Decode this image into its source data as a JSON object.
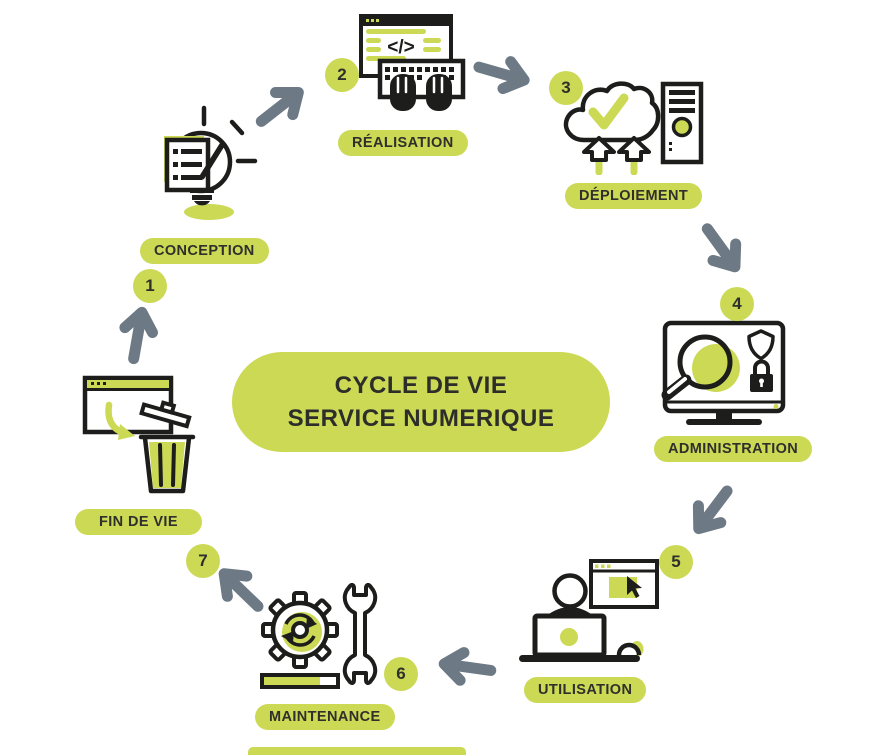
{
  "center": {
    "line1": "CYCLE DE VIE",
    "line2": "SERVICE NUMERIQUE"
  },
  "stages": [
    {
      "number": "1",
      "label": "CONCEPTION"
    },
    {
      "number": "2",
      "label": "RÉALISATION"
    },
    {
      "number": "3",
      "label": "DÉPLOIEMENT"
    },
    {
      "number": "4",
      "label": "ADMINISTRATION"
    },
    {
      "number": "5",
      "label": "UTILISATION"
    },
    {
      "number": "6",
      "label": "MAINTENANCE"
    },
    {
      "number": "7",
      "label": "FIN DE VIE"
    }
  ],
  "icons": {
    "conception": "idea-lightbulb-notepad-icon",
    "realisation": "code-window-keyboard-icon",
    "deploiement": "cloud-upload-server-icon",
    "administration": "monitor-magnifier-security-icon",
    "utilisation": "user-laptop-browser-icon",
    "maintenance": "gear-wrench-icon",
    "fin_de_vie": "window-trash-icon",
    "code_symbol": "</>"
  },
  "colors": {
    "accent": "#ccd955",
    "arrow": "#6d7a86",
    "ink": "#1d1d1b",
    "label_text": "#2f2f2b"
  }
}
